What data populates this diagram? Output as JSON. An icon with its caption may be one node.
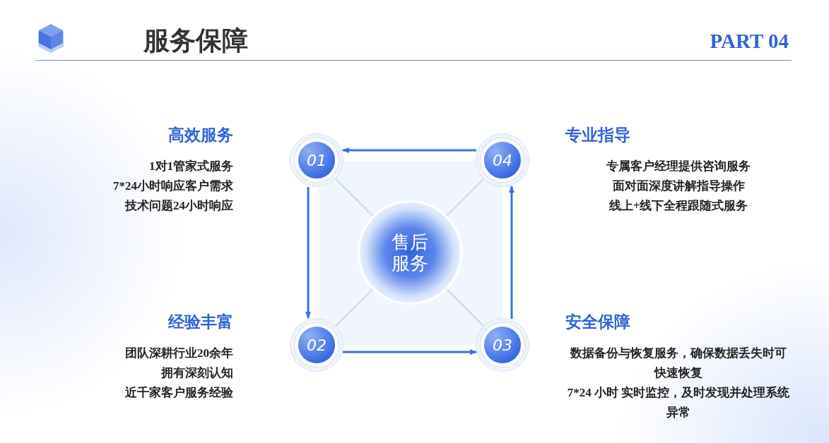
{
  "diagram": {
    "title": "服务保障",
    "nodes": [
      {
        "text": [
          "售后服务"
        ]
      },
      {
        "text": [
          "01"
        ],
        "beside": [
          "高效服务",
          "1对1管家式服务",
          "7*24小时响应客户需求",
          "技术问题24小时响应"
        ]
      },
      {
        "text": [
          "02"
        ],
        "beside": [
          "经验丰富",
          "团队深耕行业20余年",
          "拥有深刻认知",
          "近千家客户服务经验"
        ]
      },
      {
        "text": [
          "03"
        ],
        "beside": [
          "安全保障",
          "数据备份与恢复服务，确保数据丢失时可快速恢复",
          "7*24 小时 实时监控，及时发现并处理系统异常"
        ]
      },
      {
        "text": [
          "04"
        ],
        "beside": [
          "专业指导",
          "专属客户经理提供咨询服务",
          "面对面深度讲解指导操作",
          "线上+线下全程跟随式服务"
        ]
      }
    ],
    "edges": [
      {
        "from": 1,
        "to": 2,
        "arrow": "to"
      },
      {
        "from": 2,
        "to": 3,
        "arrow": "to"
      },
      {
        "from": 3,
        "to": 4,
        "arrow": "to"
      },
      {
        "from": 4,
        "to": 1,
        "arrow": "to"
      },
      {
        "from": 0,
        "to": 1,
        "arrow": "none",
        "color": "#c9d9f5"
      },
      {
        "from": 0,
        "to": 2,
        "arrow": "none",
        "color": "#c9d9f5"
      },
      {
        "from": 0,
        "to": 3,
        "arrow": "none",
        "color": "#c9d9f5"
      },
      {
        "from": 0,
        "to": 4,
        "arrow": "none",
        "color": "#c9d9f5"
      }
    ],
    "labels": [
      "PART 04"
    ]
  }
}
